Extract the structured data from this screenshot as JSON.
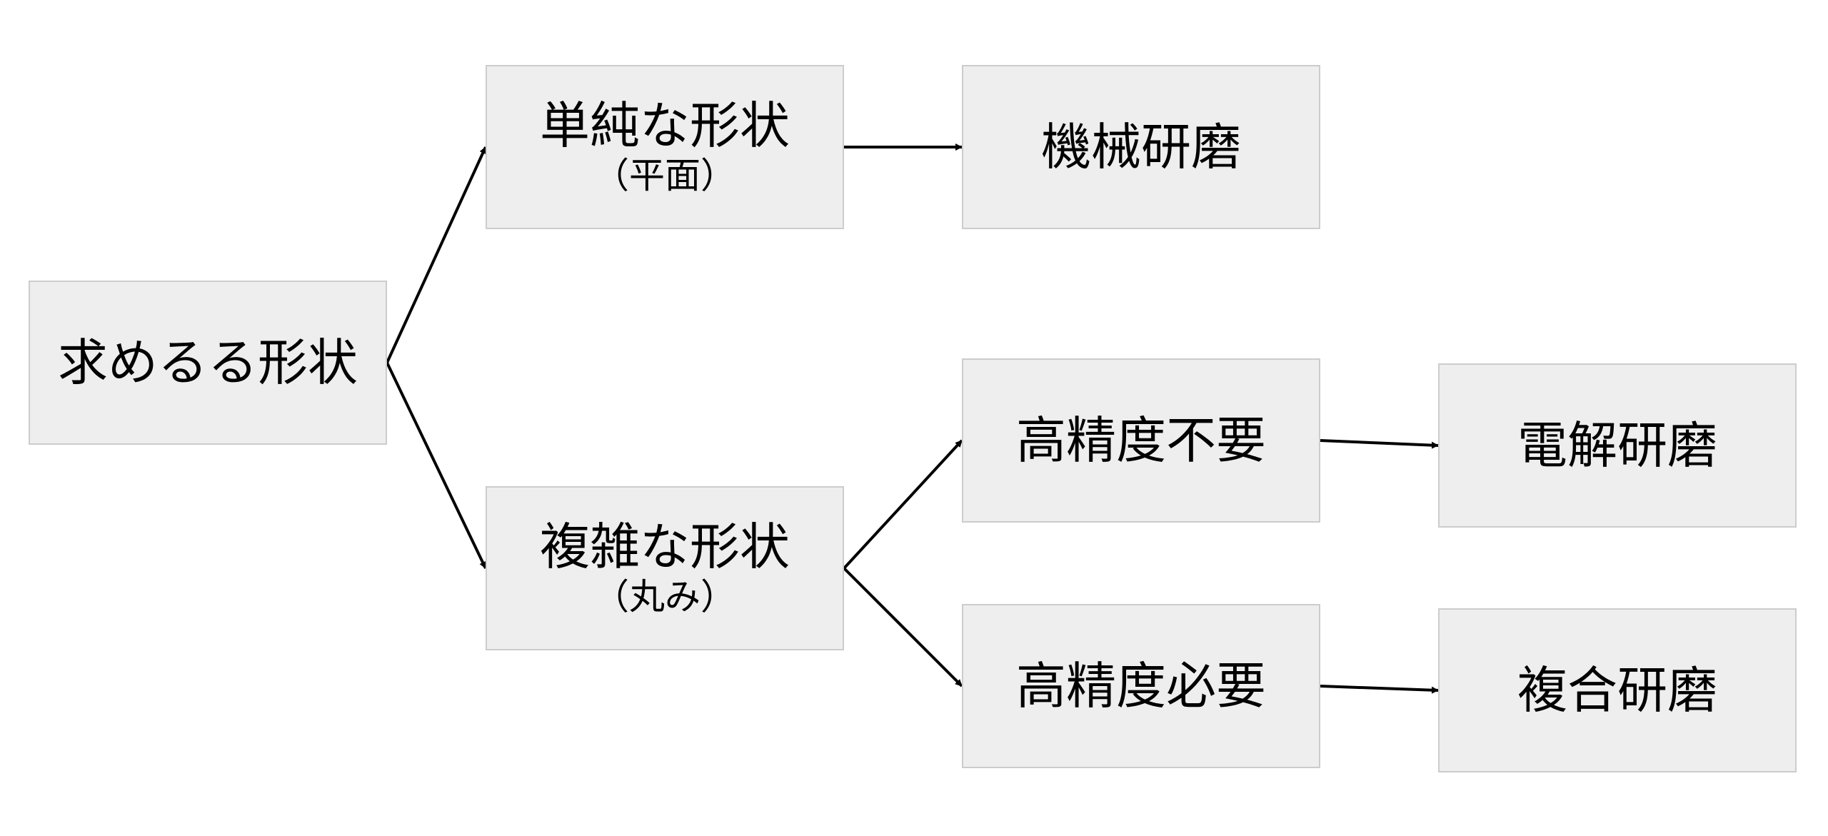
{
  "nodes": {
    "goal": {
      "label": "求めるる形状"
    },
    "simple": {
      "label": "単純な形状",
      "note": "（平面）"
    },
    "complex": {
      "label": "複雑な形状",
      "note": "（丸み）"
    },
    "mech": {
      "label": "機械研磨"
    },
    "lowprec": {
      "label": "高精度不要"
    },
    "highprec": {
      "label": "高精度必要"
    },
    "electro": {
      "label": "電解研磨"
    },
    "composite": {
      "label": "複合研磨"
    }
  },
  "colors": {
    "node_fill": "#eeeeee",
    "node_border": "#cccccc",
    "arrow": "#000000",
    "text": "#000000"
  }
}
